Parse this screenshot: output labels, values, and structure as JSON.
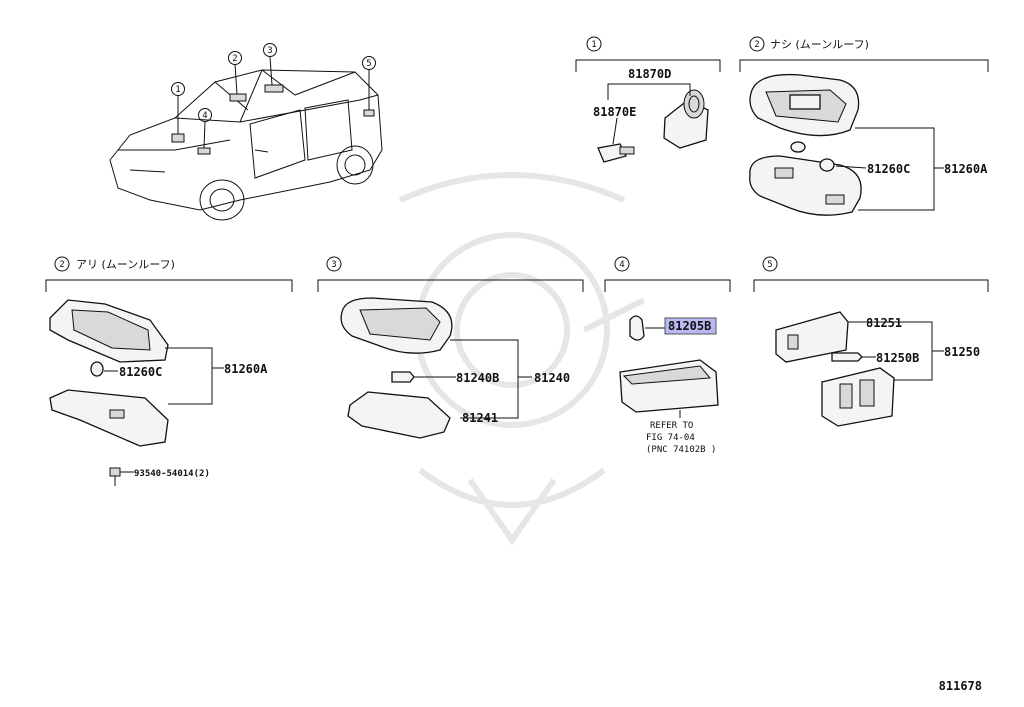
{
  "diagram_id": "811678",
  "sections": {
    "s1": {
      "number": "1"
    },
    "s2a": {
      "number": "2",
      "title": "ナシ (ムーンルーフ)"
    },
    "s2b": {
      "number": "2",
      "title": "アリ (ムーンルーフ)"
    },
    "s3": {
      "number": "3"
    },
    "s4": {
      "number": "4"
    },
    "s5": {
      "number": "5"
    }
  },
  "car_callouts": [
    "1",
    "2",
    "3",
    "4",
    "5"
  ],
  "parts": {
    "p81870D": "81870D",
    "p81870E": "81870E",
    "p81260C_a": "81260C",
    "p81260A_a": "81260A",
    "p81260C_b": "81260C",
    "p81260A_b": "81260A",
    "p93540": "93540-54014(2)",
    "p81240B": "81240B",
    "p81240": "81240",
    "p81241": "81241",
    "p81205B": "81205B",
    "p81251": "81251",
    "p81250B": "81250B",
    "p81250": "81250"
  },
  "refer_note": [
    "REFER TO",
    "FIG 74-04",
    "(PNC 74102B )"
  ],
  "highlight_color": "#b7b9f0"
}
